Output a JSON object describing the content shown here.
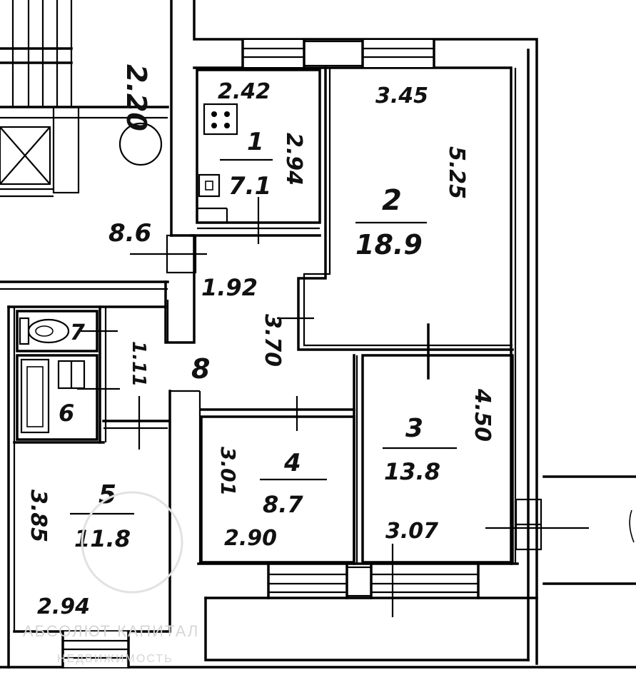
{
  "rooms": [
    {
      "number": "1",
      "area": "7.1",
      "dims": [
        "2.42",
        "2.94"
      ]
    },
    {
      "number": "2",
      "area": "18.9",
      "dims": [
        "3.45",
        "5.25"
      ]
    },
    {
      "number": "3",
      "area": "13.8",
      "dims": [
        "4.50",
        "3.07"
      ]
    },
    {
      "number": "4",
      "area": "8.7",
      "dims": [
        "3.01",
        "2.90"
      ]
    },
    {
      "number": "5",
      "area": "11.8",
      "dims": [
        "3.85",
        "2.94"
      ]
    },
    {
      "number": "6",
      "area": "",
      "dims": []
    },
    {
      "number": "7",
      "area": "",
      "dims": []
    },
    {
      "number": "8",
      "area": "",
      "dims": [
        "1.92",
        "3.70",
        "1.11"
      ]
    }
  ],
  "other_labels": {
    "stair_dim": "2.20",
    "corridor_dim": "8.6"
  },
  "watermark": {
    "line1": "АБСОЛЮТ КАПИТАЛ",
    "line2": "НЕДВИЖИМОСТЬ"
  }
}
